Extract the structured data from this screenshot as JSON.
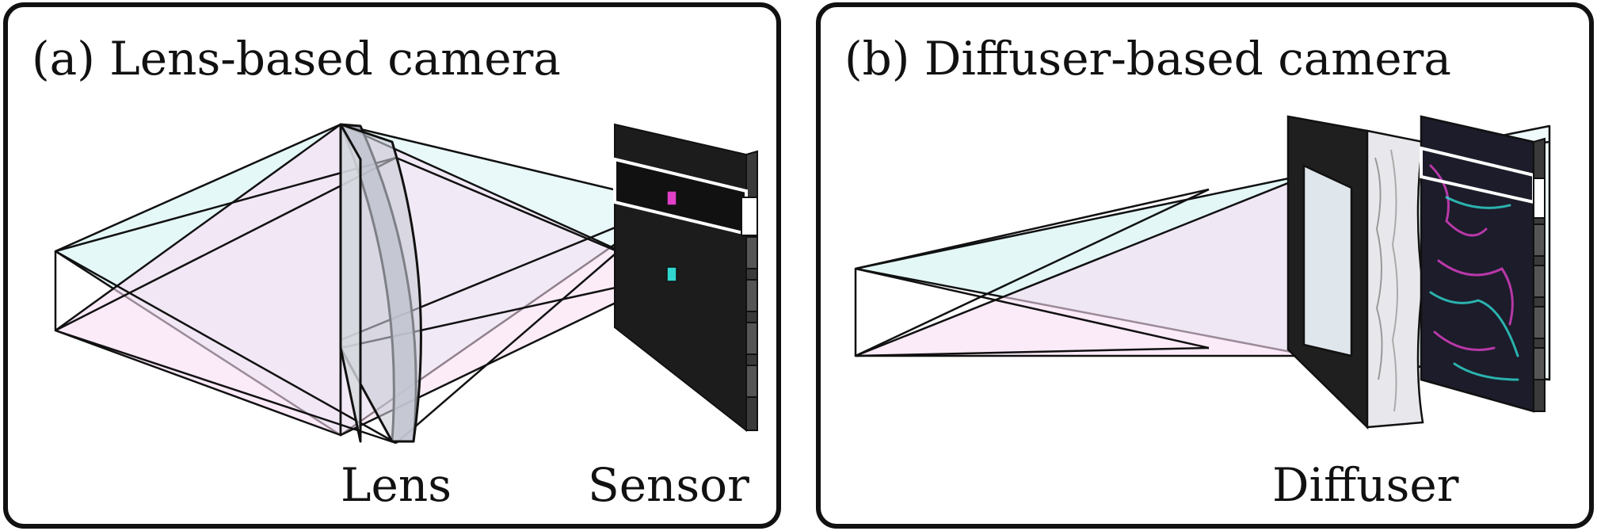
{
  "panels": [
    {
      "title": "(a) Lens-based camera",
      "labels": {
        "lens": "Lens",
        "sensor": "Sensor"
      }
    },
    {
      "title": "(b) Diffuser-based camera",
      "labels": {
        "diffuser": "Diffuser"
      }
    }
  ],
  "colors": {
    "frame": "#111111",
    "cyan_ray": "#dff7f7",
    "magenta_ray": "#fbe0f6",
    "lens_fill": "#c9ccd6",
    "sensor": "#1c1c1c",
    "magenta_spot": "#e040c8",
    "cyan_spot": "#30d8d0"
  }
}
